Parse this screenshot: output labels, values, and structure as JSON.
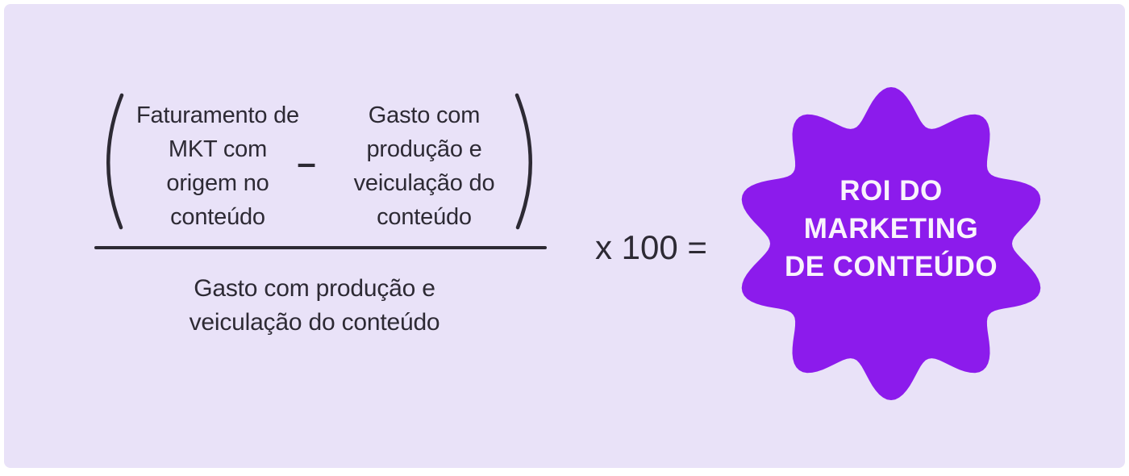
{
  "colors": {
    "page_bg": "#ffffff",
    "canvas_bg": "#e9e2f8",
    "formula_text": "#2d2a34",
    "badge_bg": "#8c1bec",
    "badge_text": "#f9f3fc"
  },
  "formula": {
    "numerator_left": {
      "lines": [
        "Faturamento de",
        "MKT com",
        "origem no",
        "conteúdo"
      ]
    },
    "operator": "–",
    "numerator_right": {
      "lines": [
        "Gasto com",
        "produção e",
        "veiculação do",
        "conteúdo"
      ]
    },
    "denominator": {
      "lines": [
        "Gasto com produção e",
        "veiculação do conteúdo"
      ]
    },
    "multiplier": "x 100 ="
  },
  "badge": {
    "lines": [
      "ROI DO",
      "MARKETING",
      "DE CONTEÚDO"
    ]
  }
}
